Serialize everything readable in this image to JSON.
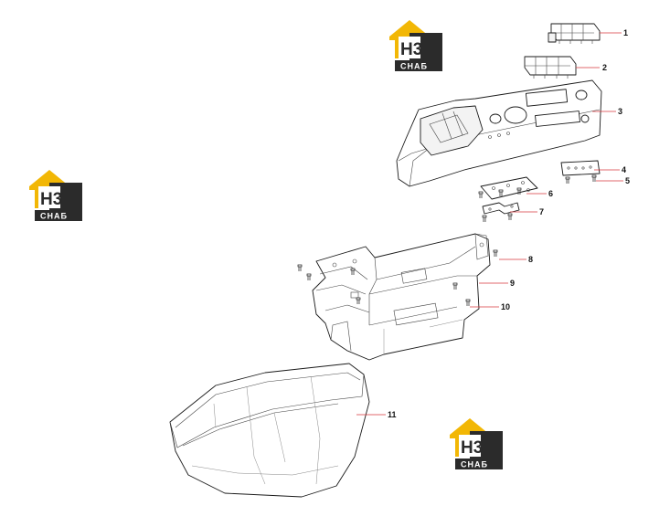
{
  "logo": {
    "letters": "H3",
    "caption": "СНАБ",
    "colors": {
      "roof": "#f2b705",
      "dark": "#2b2b2b",
      "light": "#ffffff"
    }
  },
  "callouts": [
    {
      "number": "1"
    },
    {
      "number": "2"
    },
    {
      "number": "3"
    },
    {
      "number": "4"
    },
    {
      "number": "5"
    },
    {
      "number": "6"
    },
    {
      "number": "7"
    },
    {
      "number": "8"
    },
    {
      "number": "9"
    },
    {
      "number": "10"
    },
    {
      "number": "11"
    }
  ],
  "colors": {
    "leader": "#d8373d",
    "line": "#1a1a1a"
  }
}
